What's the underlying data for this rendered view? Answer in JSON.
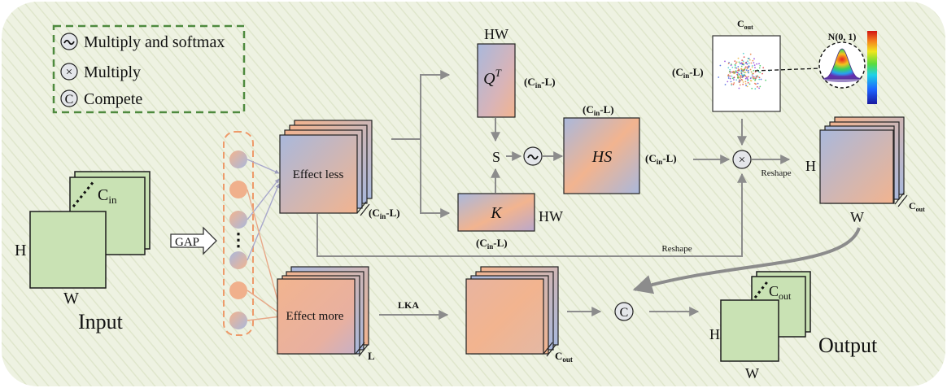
{
  "legend": {
    "items": [
      {
        "symbol": "~",
        "label": "Multiply and softmax"
      },
      {
        "symbol": "×",
        "label": "Multiply"
      },
      {
        "symbol": "C",
        "label": "Compete"
      }
    ]
  },
  "input": {
    "caption": "Input",
    "channel_label": "C",
    "channel_sub": "in",
    "height_label": "H",
    "width_label": "W"
  },
  "gap": {
    "label": "GAP",
    "dots": "⋮"
  },
  "effect_less": {
    "label": "Effect less",
    "dim_label": "(C",
    "dim_sub": "in",
    "dim_tail": "-L)"
  },
  "effect_more": {
    "label": "Effect more",
    "dim_label": "L"
  },
  "query": {
    "label": "Q",
    "superscript": "T",
    "top_label": "HW",
    "side_label": "(C",
    "side_sub": "in",
    "side_tail": "-L)"
  },
  "key": {
    "label": "K",
    "right_label": "HW",
    "bottom_label": "(C",
    "bottom_sub": "in",
    "bottom_tail": "-L)"
  },
  "similarity": {
    "label": "S"
  },
  "softmax": {
    "symbol": "~"
  },
  "hs": {
    "label": "HS",
    "top_label": "(C",
    "top_sub": "in",
    "top_tail": "-L)",
    "right_label": "(C",
    "right_sub": "in",
    "right_tail": "-L)"
  },
  "scatter": {
    "top_label": "C",
    "top_sub": "out",
    "left_label": "(C",
    "left_sub": "in",
    "left_tail": "-L)",
    "distribution_label": "N(0, 1)"
  },
  "multiply": {
    "symbol": "×",
    "reshape_label": "Reshape"
  },
  "reshape_out": {
    "height_label": "H",
    "width_label": "W",
    "dim_label": "C",
    "dim_sub": "out"
  },
  "bottom_reshape": {
    "label": "Reshape"
  },
  "lka": {
    "label": "LKA"
  },
  "lka_out": {
    "dim_label": "C",
    "dim_sub": "out"
  },
  "compete": {
    "symbol": "C"
  },
  "output": {
    "caption": "Output",
    "channel_label": "C",
    "channel_sub": "out",
    "height_label": "H",
    "width_label": "W"
  },
  "colors": {
    "background": "#eef2e2",
    "stripe": "#dfe6cc",
    "legend_border": "#4e8a3e",
    "green_fill": "#c9e2b4",
    "green_stroke": "#1c1c1c",
    "orange": "#f2b48f",
    "blue": "#a9b8dc",
    "arrow": "#8c8c8c",
    "node_dash": "#ee9a6a",
    "line_blue": "#a8a8cc",
    "line_orange": "#e8a888"
  }
}
